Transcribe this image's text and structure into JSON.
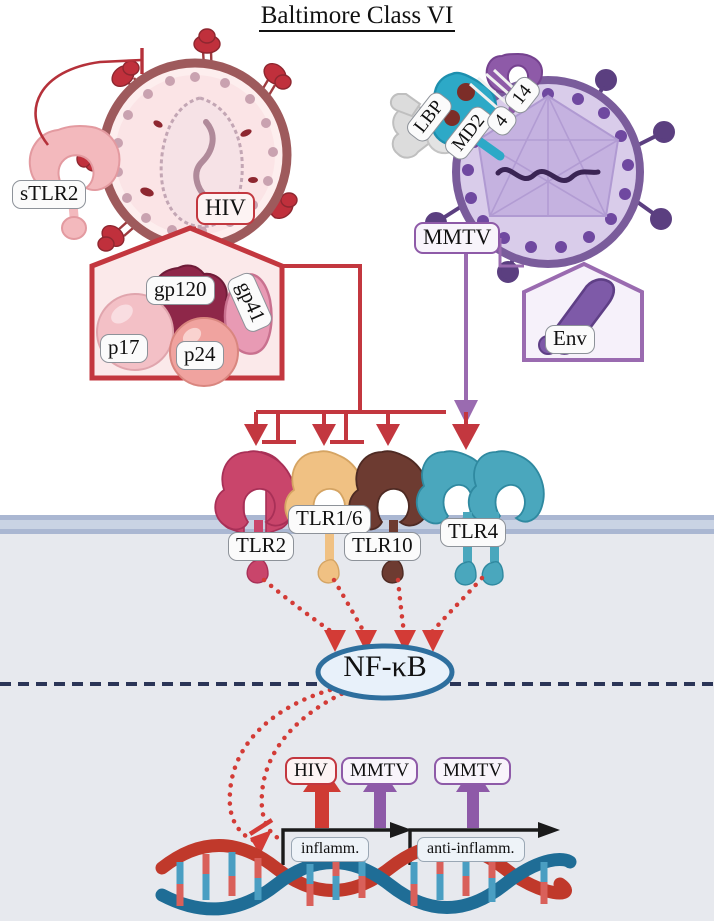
{
  "title": "Baltimore Class VI",
  "viruses": {
    "hiv": {
      "label": "HIV",
      "proteins": [
        {
          "name": "gp120"
        },
        {
          "name": "gp41"
        },
        {
          "name": "p17"
        },
        {
          "name": "p24"
        }
      ]
    },
    "mmtv": {
      "label": "MMTV",
      "proteins": [
        {
          "name": "Env"
        }
      ],
      "cofactors": [
        {
          "name": "LBP"
        },
        {
          "name": "MD2"
        },
        {
          "name": "4"
        },
        {
          "name": "14"
        }
      ]
    }
  },
  "soluble_receptor": {
    "label": "sTLR2"
  },
  "receptors": [
    {
      "label": "TLR2",
      "color": "#c9456b"
    },
    {
      "label": "TLR1/6",
      "color": "#f0c183"
    },
    {
      "label": "TLR10",
      "color": "#6d3b31"
    },
    {
      "label": "TLR4",
      "color": "#4aa7bd"
    }
  ],
  "transcription_factor": {
    "label": "NF-κB",
    "border_color": "#2e6f9e",
    "fill_color": "#e8f1fa"
  },
  "genes": [
    {
      "label": "inflamm.",
      "regulators": [
        {
          "label": "HIV",
          "color": "#cf3b34"
        },
        {
          "label": "MMTV",
          "color": "#8e5aa8"
        }
      ]
    },
    {
      "label": "anti-inflamm.",
      "regulators": [
        {
          "label": "MMTV",
          "color": "#8e5aa8"
        }
      ]
    }
  ],
  "colors": {
    "hiv_red": "#c3373f",
    "mmtv_purple": "#8e5aa8",
    "signal_red": "#d33b36",
    "membrane": "#a8b6d1",
    "cytoplasm": "#e7e9ee",
    "nucleus_line": "#2b3557",
    "dna_red": "#c0392b",
    "dna_blue": "#1f6d96"
  }
}
